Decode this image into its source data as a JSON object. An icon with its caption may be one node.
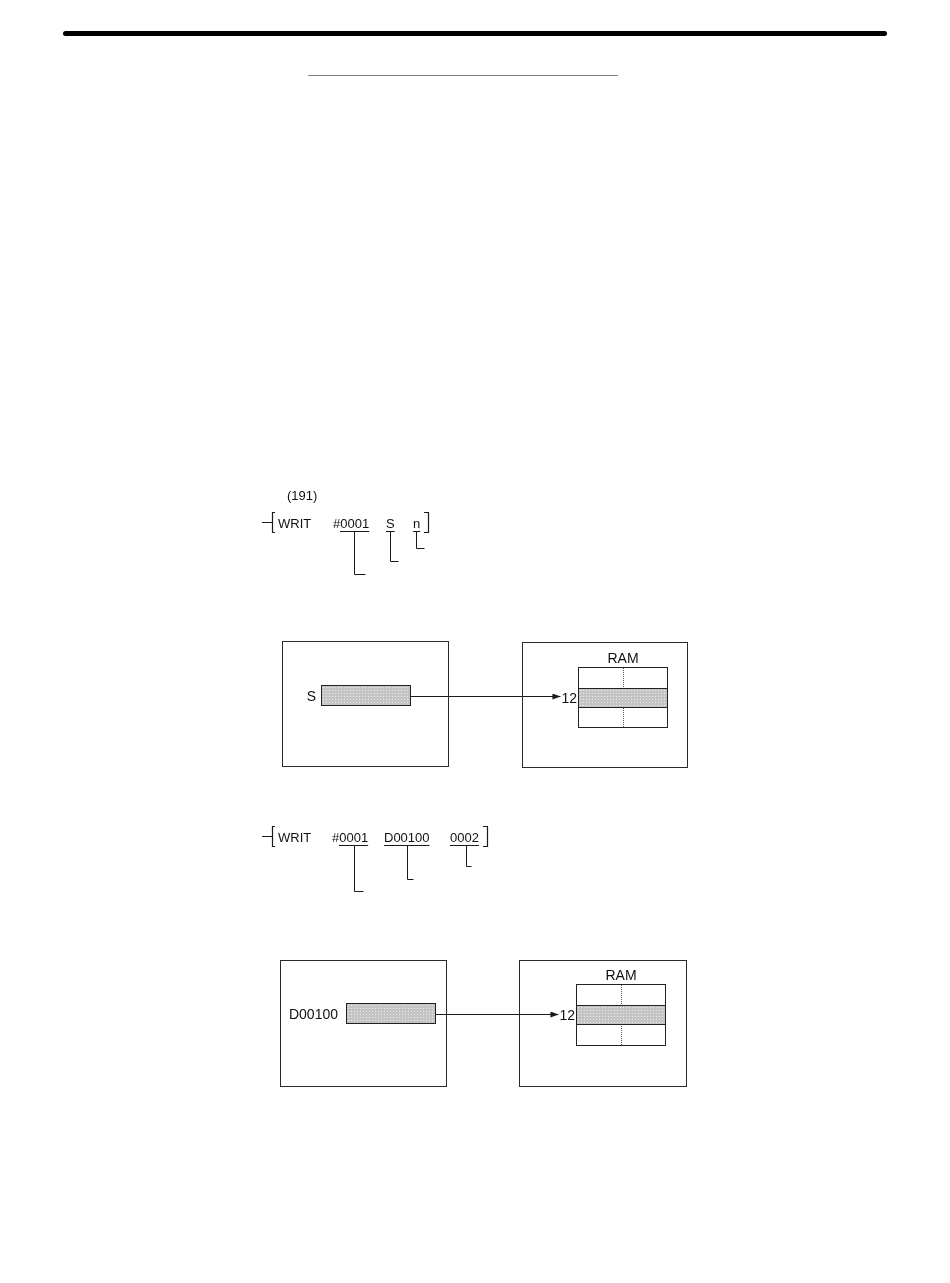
{
  "diagram": {
    "nodes": [
      {
        "text": [
          "#0001"
        ]
      },
      {
        "text": [
          "S"
        ]
      },
      {
        "text": [
          "n"
        ]
      },
      {
        "text": [],
        "shape": "box"
      },
      {
        "text": [],
        "shape": "bar",
        "in": 3,
        "beside": [
          "S"
        ]
      },
      {
        "text": [],
        "shape": "box"
      },
      {
        "text": [
          "RAM"
        ],
        "in": 5
      },
      {
        "text": [],
        "shape": "bar",
        "in": 6,
        "beside": [
          "12"
        ]
      },
      {
        "text": [
          "#0001"
        ]
      },
      {
        "text": [
          "D00100"
        ]
      },
      {
        "text": [
          "0002"
        ]
      },
      {
        "text": [],
        "shape": "box"
      },
      {
        "text": [],
        "shape": "bar",
        "in": 11,
        "beside": [
          "D00100"
        ]
      },
      {
        "text": [],
        "shape": "box"
      },
      {
        "text": [
          "RAM"
        ],
        "in": 13
      },
      {
        "text": [],
        "shape": "bar",
        "in": 14,
        "beside": [
          "12"
        ]
      }
    ],
    "edges": [
      {
        "from": 0,
        "to": null,
        "arrow": "none"
      },
      {
        "from": 1,
        "to": null,
        "arrow": "none"
      },
      {
        "from": 2,
        "to": null,
        "arrow": "none"
      },
      {
        "from": 4,
        "to": 7,
        "arrow": "to"
      },
      {
        "from": 8,
        "to": null,
        "arrow": "none"
      },
      {
        "from": 9,
        "to": null,
        "arrow": "none"
      },
      {
        "from": 10,
        "to": null,
        "arrow": "none"
      },
      {
        "from": 12,
        "to": 15,
        "arrow": "to"
      }
    ],
    "labels": [
      "(191)",
      "WRIT",
      "WRIT"
    ]
  }
}
